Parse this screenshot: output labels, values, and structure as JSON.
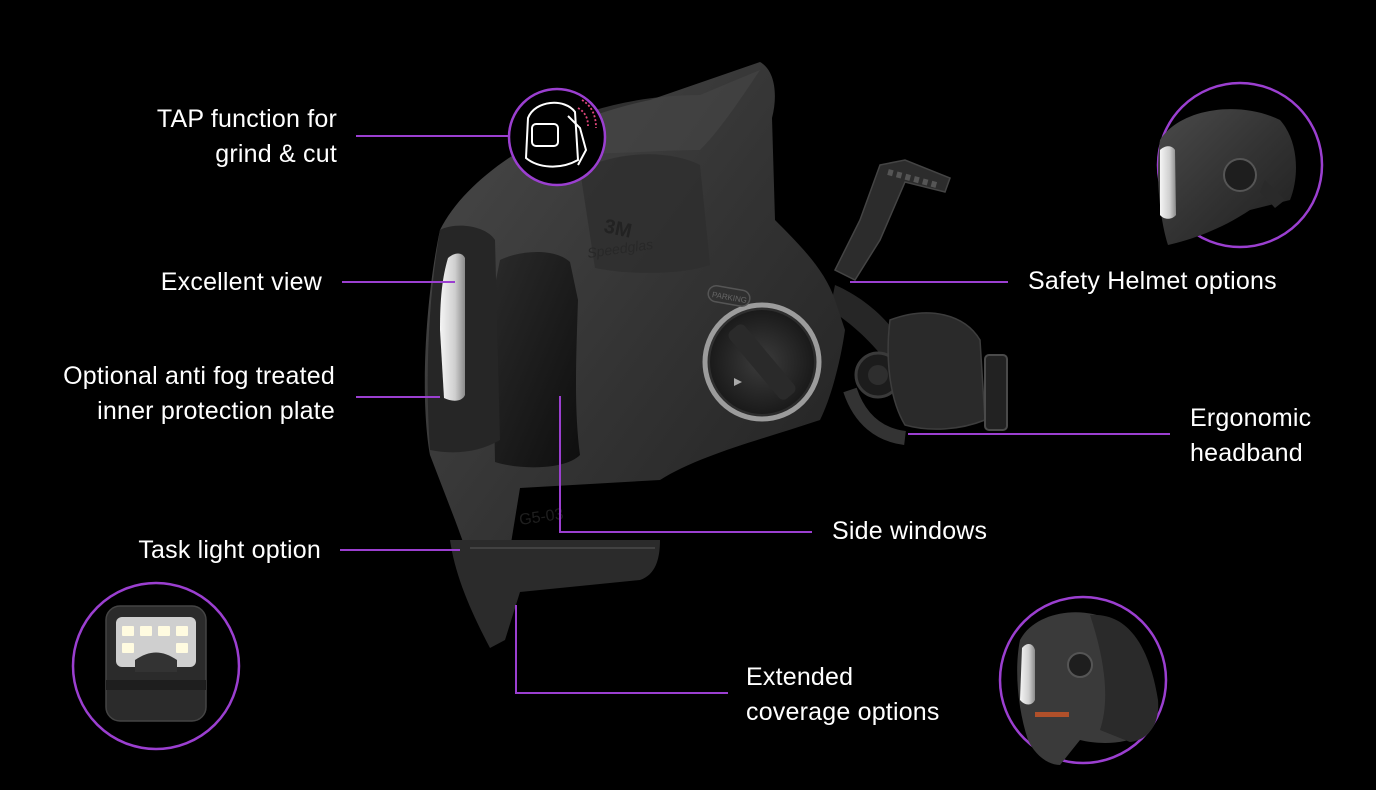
{
  "features": {
    "tap_function": [
      "TAP function for",
      "grind & cut"
    ],
    "excellent_view": [
      "Excellent view"
    ],
    "anti_fog": [
      "Optional anti fog treated",
      "inner protection plate"
    ],
    "task_light": [
      "Task light option"
    ],
    "safety_helmet": [
      "Safety Helmet options"
    ],
    "ergonomic_headband": [
      "Ergonomic",
      "headband"
    ],
    "side_windows": [
      "Side windows"
    ],
    "extended_coverage": [
      "Extended",
      "coverage options"
    ]
  },
  "helmet_markings": {
    "brand": "3M",
    "sub_brand": "Speedglas",
    "parking_label": "PARKING",
    "model_code": "G5-03"
  },
  "colors": {
    "background": "#000000",
    "accent_purple": "#9b3fd0",
    "text": "#ffffff",
    "helmet": "#3a3a3a",
    "tap_ring": "#e0457b"
  },
  "icons": {
    "tap_icon": "helmet-tap-icon",
    "safety_helmet_image": "safety-helmet-thumbnail",
    "task_light_image": "task-light-thumbnail",
    "extended_coverage_image": "extended-coverage-thumbnail",
    "main_helmet": "welding-helmet-illustration"
  }
}
